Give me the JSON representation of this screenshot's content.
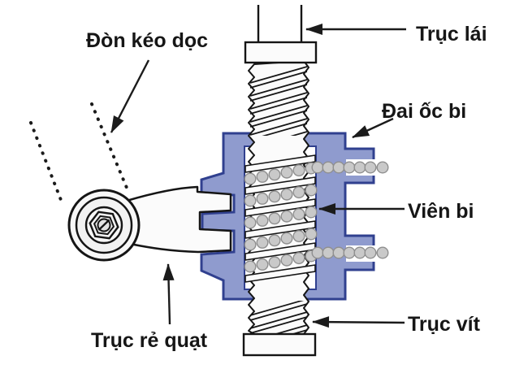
{
  "diagram": {
    "labels": {
      "don_keo_doc": "Đòn kéo dọc",
      "truc_lai": "Trục lái",
      "dai_oc_bi": "Đai ốc bi",
      "vien_bi": "Viên bi",
      "truc_vit": "Trục vít",
      "truc_re_quat": "Trục rẻ quạt"
    },
    "colors": {
      "background": "#ffffff",
      "housing_fill": "#8f9bce",
      "housing_outline": "#30408f",
      "metal_fill": "#fbfbfb",
      "metal_outline": "#151515",
      "ball_fill": "#c9c9c9",
      "ball_outline": "#8f8f8f",
      "line_color": "#1b1b1b",
      "label_color": "#161616"
    }
  }
}
